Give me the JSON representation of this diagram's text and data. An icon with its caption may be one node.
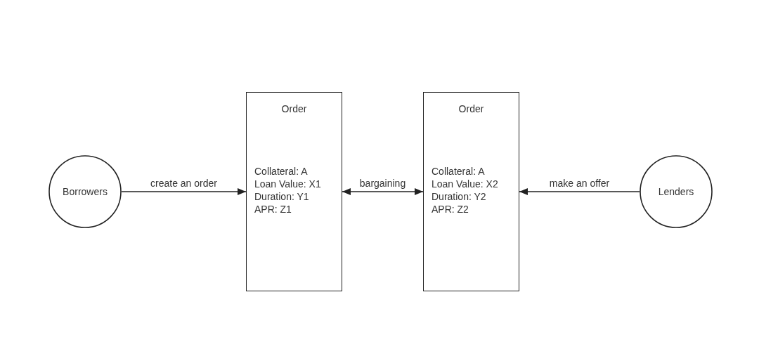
{
  "diagram": {
    "nodes": [
      {
        "text": [
          "Borrowers"
        ]
      },
      {
        "text": [
          "Order",
          "Collateral: A",
          "Loan Value: X1",
          "Duration: Y1",
          "APR: Z1"
        ]
      },
      {
        "text": [
          "Order",
          "Collateral: A",
          "Loan Value: X2",
          "Duration: Y2",
          "APR: Z2"
        ]
      },
      {
        "text": [
          "Lenders"
        ]
      }
    ],
    "edges": [
      {
        "from": 0,
        "to": 1,
        "arrow": "to",
        "label": "create an order"
      },
      {
        "from": 1,
        "to": 2,
        "arrow": "both",
        "label": "bargaining"
      },
      {
        "from": 3,
        "to": 2,
        "arrow": "to",
        "label": "make an offer"
      }
    ]
  }
}
